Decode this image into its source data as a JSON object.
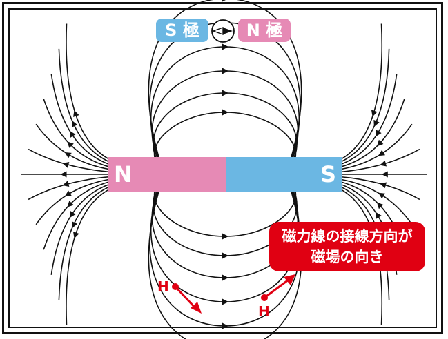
{
  "compass_labels": {
    "s_pole": "S 極",
    "n_pole": "N 極"
  },
  "magnet": {
    "n_label": "N",
    "s_label": "S"
  },
  "callout": {
    "line1": "磁力線の接線方向が",
    "line2": "磁場の向き"
  },
  "h_labels": {
    "left": "H",
    "right": "H"
  },
  "colors": {
    "n_pole": "#e68ab5",
    "s_pole": "#6bb7e3",
    "accent_red": "#e00012",
    "field_line": "#111111"
  }
}
